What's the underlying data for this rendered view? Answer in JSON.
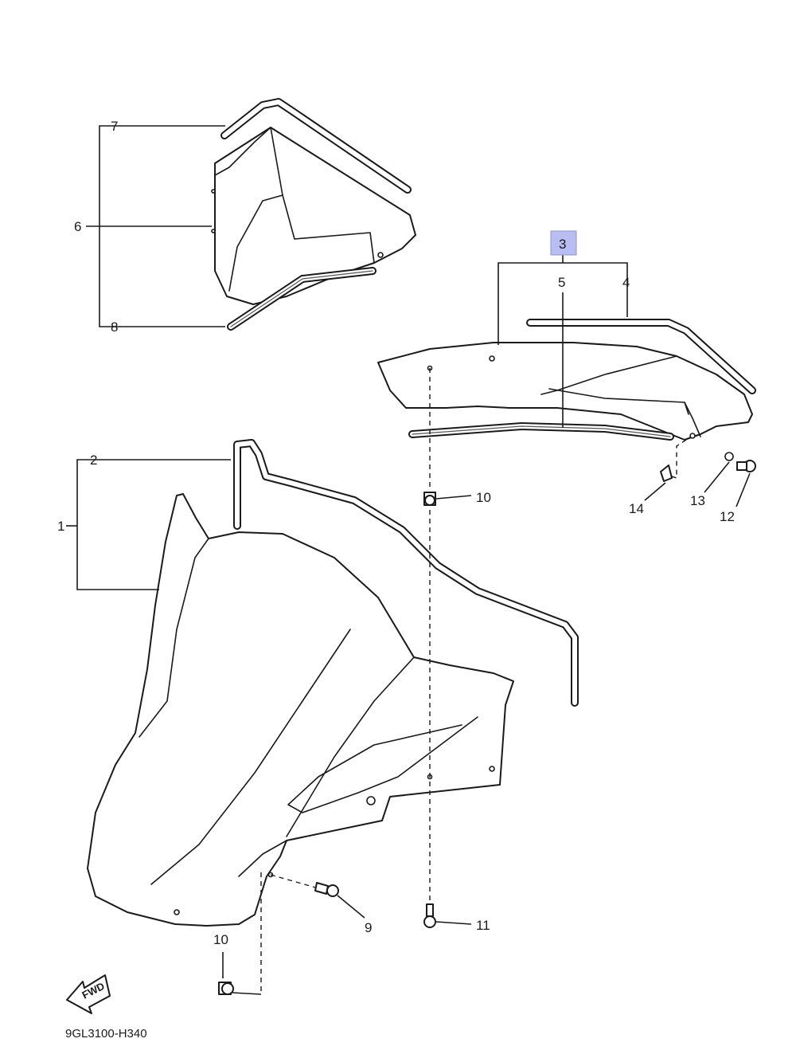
{
  "diagram": {
    "callouts": {
      "p1": "1",
      "p2": "2",
      "p3": "3",
      "p4": "4",
      "p5": "5",
      "p6": "6",
      "p7": "7",
      "p8": "8",
      "p9": "9",
      "p10_upper": "10",
      "p10_lower": "10",
      "p11": "11",
      "p12": "12",
      "p13": "13",
      "p14": "14"
    },
    "highlighted_callout": "3",
    "highlight_color": "#b9bdf2",
    "forward_arrow_label": "FWD",
    "diagram_code": "9GL3100-H340"
  }
}
